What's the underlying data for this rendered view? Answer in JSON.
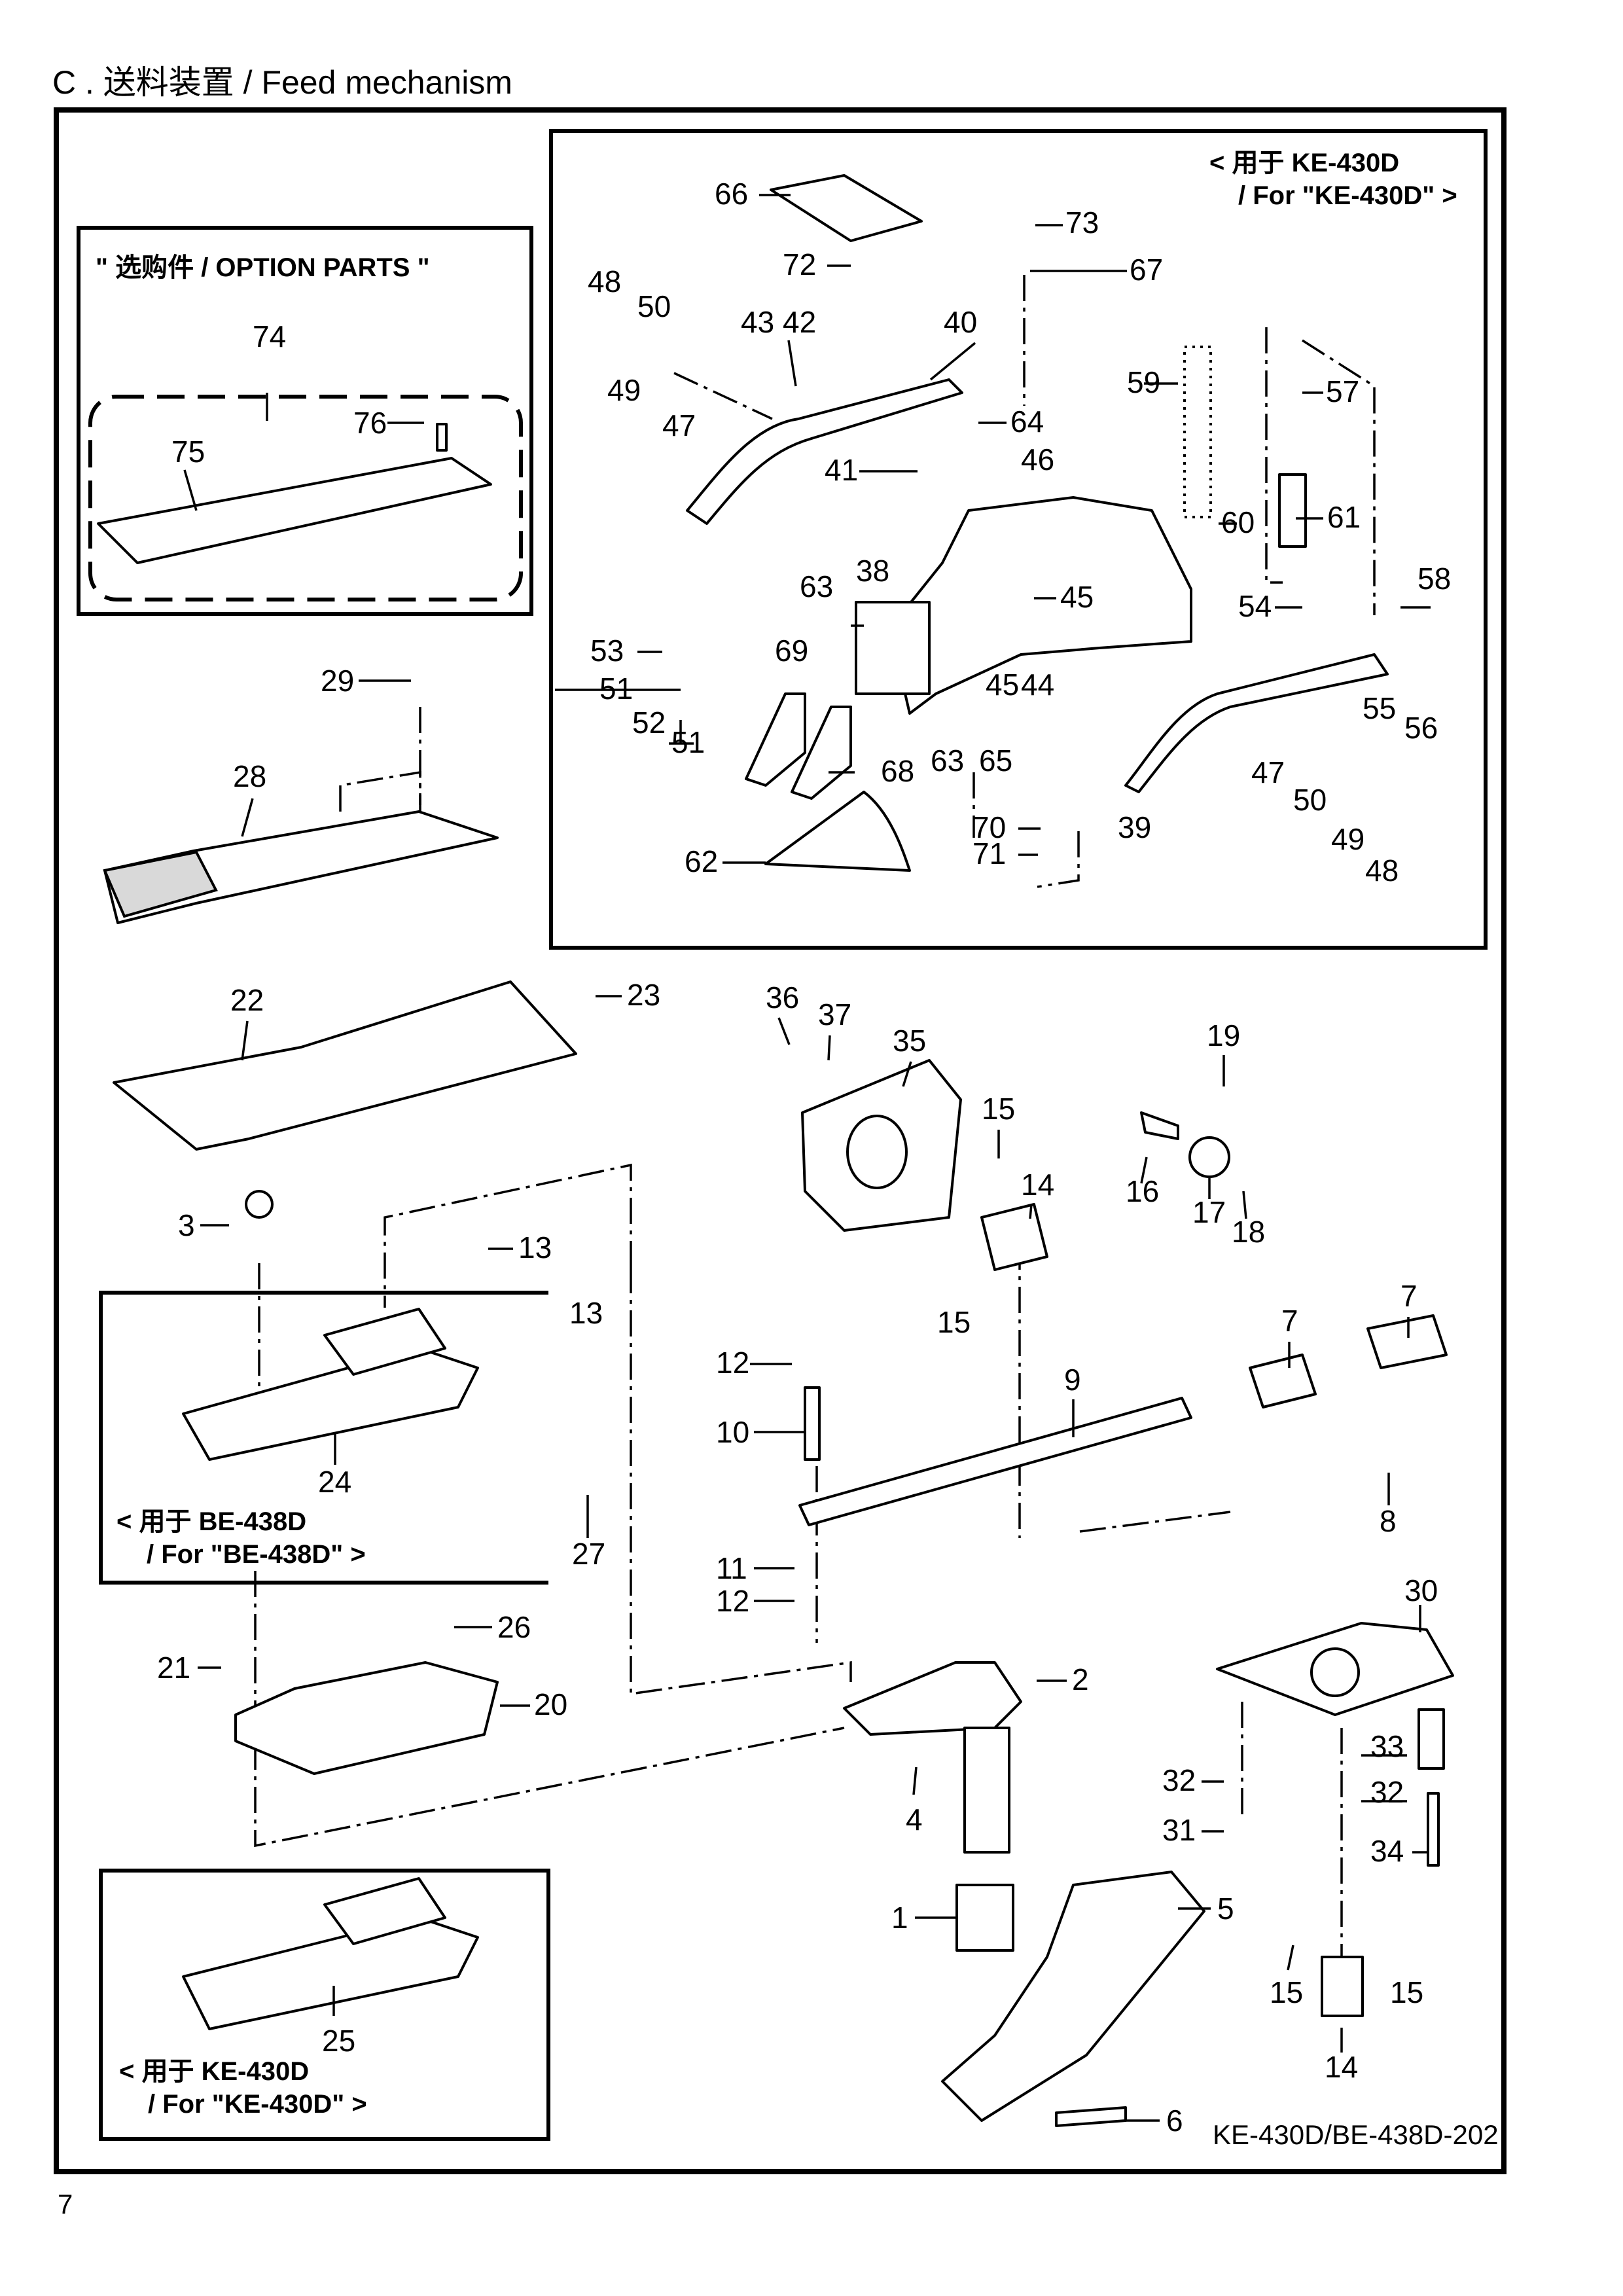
{
  "header": {
    "title": "C . 送料装置  / Feed mechanism"
  },
  "footer": {
    "code": "KE-430D/BE-438D-202",
    "page_number": "7"
  },
  "notes": {
    "option_parts": "\" 选购件 / OPTION PARTS \"",
    "ke430d_top_line1": "< 用于 KE-430D",
    "ke430d_top_line2": "/ For \"KE-430D\" >",
    "be438d_line1": "< 用于 BE-438D",
    "be438d_line2": "/ For \"BE-438D\" >",
    "ke430d_bottom_line1": "< 用于 KE-430D",
    "ke430d_bottom_line2": "/ For \"KE-430D\" >"
  },
  "callouts": [
    "66",
    "73",
    "67",
    "72",
    "48",
    "50",
    "43",
    "42",
    "40",
    "49",
    "47",
    "59",
    "57",
    "64",
    "46",
    "41",
    "61",
    "60",
    "63",
    "38",
    "45",
    "58",
    "53",
    "69",
    "54",
    "51",
    "44",
    "52",
    "55",
    "56",
    "68",
    "65",
    "62",
    "70",
    "71",
    "39",
    "74",
    "76",
    "75",
    "29",
    "28",
    "22",
    "23",
    "36",
    "37",
    "35",
    "19",
    "15",
    "14",
    "16",
    "17",
    "18",
    "3",
    "13",
    "12",
    "10",
    "9",
    "7",
    "8",
    "24",
    "27",
    "11",
    "26",
    "21",
    "20",
    "2",
    "30",
    "32",
    "33",
    "31",
    "34",
    "4",
    "1",
    "5",
    "25",
    "6"
  ]
}
